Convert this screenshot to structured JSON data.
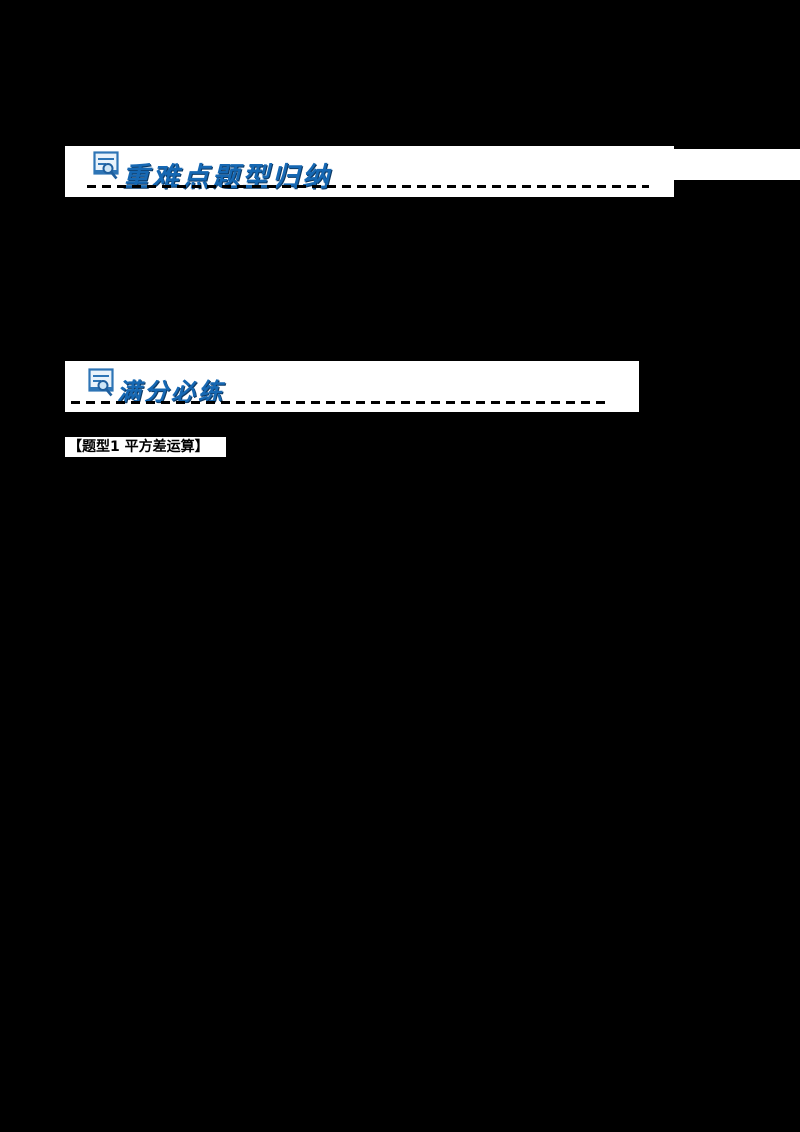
{
  "page": {
    "background_color": "#000000"
  },
  "sections": [
    {
      "title": "重难点题型归纳",
      "icon": "document-search-icon",
      "title_color": "#1668b3",
      "divider_style": "black-dashed"
    },
    {
      "title": "满分必练",
      "icon": "document-search-icon",
      "title_color": "#1668b3",
      "divider_style": "black-dashed"
    }
  ],
  "labels": [
    {
      "text": "【题型1 平方差运算】",
      "text_color": "#000000",
      "background": "#ffffff"
    }
  ],
  "colors": {
    "banner_background": "#ffffff",
    "title_blue": "#1668b3",
    "icon_blue": "#2e75b6",
    "dash_black": "#000000"
  }
}
